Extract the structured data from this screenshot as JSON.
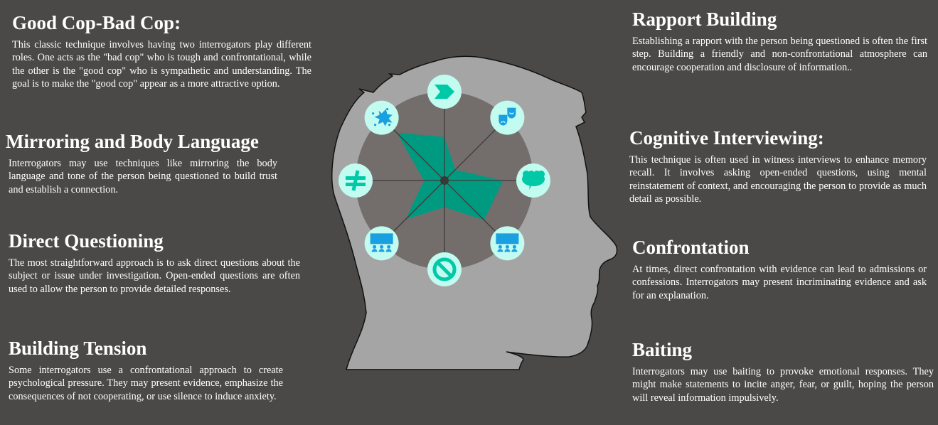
{
  "left_sections": [
    {
      "title": "Good Cop-Bad Cop:",
      "body": "This classic technique involves having two interrogators play different roles. One acts as the \"bad cop\" who is tough and confrontational, while the other is the \"good cop\" who is sympathetic and understanding. The goal is to make the \"good cop\" appear as a more attractive option."
    },
    {
      "title": "Mirroring and Body Language",
      "body": "Interrogators may use techniques like mirroring the body language and tone of the person being questioned to build trust and establish a connection."
    },
    {
      "title": "Direct Questioning",
      "body": "The most straightforward approach is to ask direct questions about the subject or issue under investigation. Open-ended questions are often used to allow the person to provide detailed responses."
    },
    {
      "title": "Building Tension",
      "body": "Some interrogators use a confrontational approach to create psychological pressure. They may present evidence, emphasize the consequences of not cooperating, or use silence to induce anxiety."
    }
  ],
  "right_sections": [
    {
      "title": "Rapport Building",
      "body": "Establishing a rapport with the person being questioned is often the first step. Building a friendly and non-confrontational atmosphere can encourage cooperation and disclosure of information.."
    },
    {
      "title": "Cognitive Interviewing:",
      "body": "This technique is often used in witness interviews to enhance memory recall. It involves asking open-ended questions, using mental reinstatement of context, and encouraging the person to provide as much detail as possible."
    },
    {
      "title": "Confrontation",
      "body": "At times, direct confrontation with evidence can lead to admissions or confessions. Interrogators may present incriminating evidence and ask for an explanation."
    },
    {
      "title": "Baiting",
      "body": "Interrogators may use baiting to provoke emotional responses. They might make statements to incite anger, fear, or guilt, hoping the person will reveal information impulsively."
    }
  ],
  "colors": {
    "background": "#4b4947",
    "head": "#a5a5a5",
    "inner_circle": "#736e6c",
    "radar_fill": "#009a80",
    "icon_bg": "#c2fbf0",
    "teal": "#00c9a7",
    "blue": "#1a9fe0"
  },
  "chart_data": {
    "type": "radar",
    "axes": [
      "chevron-icon",
      "theater-masks-icon",
      "brain-icon",
      "presentation-icon",
      "ban-icon",
      "presentation-icon",
      "not-equal-icon",
      "splat-icon"
    ],
    "values": [
      0.49,
      0.17,
      0.66,
      0.63,
      0.3,
      0.62,
      0.23,
      0.76
    ],
    "range": [
      0,
      1
    ]
  }
}
